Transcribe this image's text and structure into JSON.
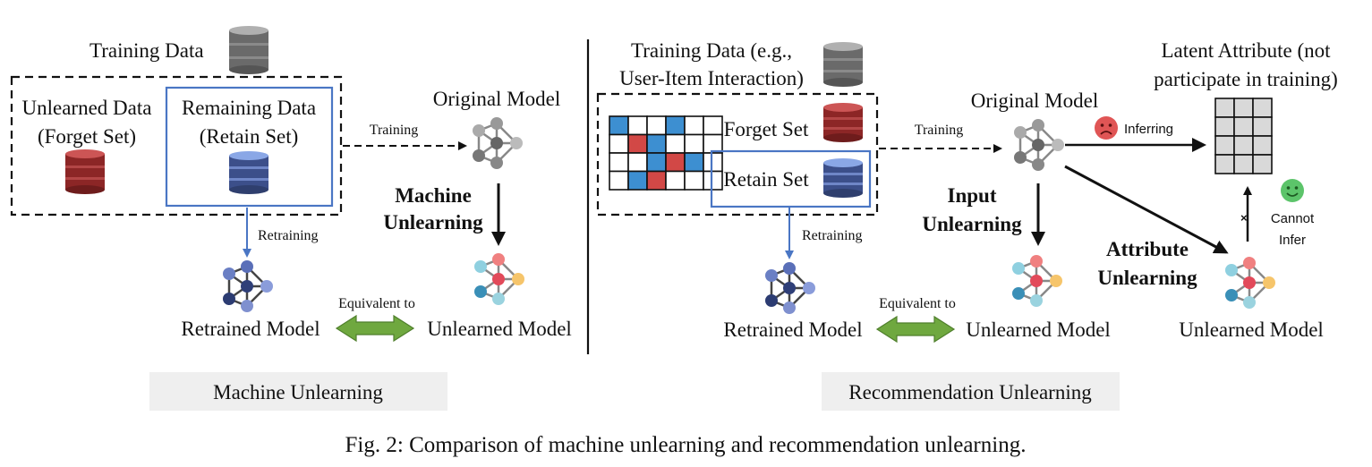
{
  "left": {
    "training_data": "Training Data",
    "unlearned_data_1": "Unlearned Data",
    "unlearned_data_2": "(Forget Set)",
    "remaining_data_1": "Remaining Data",
    "remaining_data_2": "(Retain Set)",
    "original_model": "Original Model",
    "training": "Training",
    "machine_unlearning_1": "Machine",
    "machine_unlearning_2": "Unlearning",
    "retraining": "Retraining",
    "retrained_model": "Retrained Model",
    "equivalent_to": "Equivalent to",
    "unlearned_model": "Unlearned Model",
    "panel_label": "Machine Unlearning"
  },
  "right": {
    "training_data_1": "Training Data (e.g.,",
    "training_data_2": "User-Item Interaction)",
    "forget_set": "Forget Set",
    "retain_set": "Retain Set",
    "original_model": "Original Model",
    "training": "Training",
    "input_unlearning_1": "Input",
    "input_unlearning_2": "Unlearning",
    "retraining": "Retraining",
    "retrained_model": "Retrained Model",
    "equivalent_to": "Equivalent to",
    "unlearned_model_mid": "Unlearned Model",
    "latent_attribute_1": "Latent Attribute (not",
    "latent_attribute_2": "participate in training)",
    "inferring": "Inferring",
    "attribute_unlearning_1": "Attribute",
    "attribute_unlearning_2": "Unlearning",
    "cannot_infer_1": "Cannot",
    "cannot_infer_2": "Infer",
    "unlearned_model_right": "Unlearned Model",
    "panel_label": "Recommendation Unlearning"
  },
  "matrix": {
    "rows": [
      [
        "b",
        "w",
        "w",
        "b",
        "w",
        "w"
      ],
      [
        "w",
        "r",
        "b",
        "w",
        "w",
        "w"
      ],
      [
        "w",
        "w",
        "b",
        "r",
        "b",
        "w"
      ],
      [
        "w",
        "b",
        "r",
        "w",
        "w",
        "w"
      ]
    ]
  },
  "colors": {
    "blue": "#3d8fd1",
    "red": "#d24846",
    "retain_border": "#4a76c4",
    "arrow_green": "#6fa83f",
    "db_gray": "#5e5e5e",
    "db_red": "#8c2626",
    "db_blue": "#3c4f8a"
  },
  "caption": "Fig. 2: Comparison of machine unlearning and recommendation unlearning."
}
